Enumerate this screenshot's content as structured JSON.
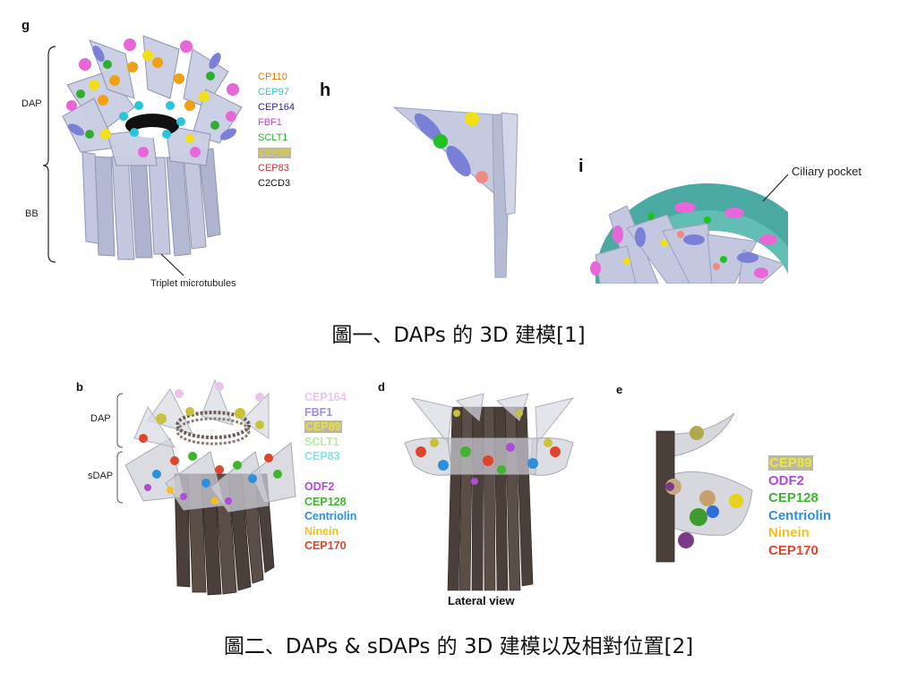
{
  "figure1": {
    "panel_g": {
      "letter": "g",
      "bracket_top_label": "DAP",
      "bracket_bottom_label": "BB",
      "triplet_label": "Triplet microtubules",
      "legend": [
        {
          "label": "CP110",
          "color": "#e07b00",
          "highlight": false
        },
        {
          "label": "CEP97",
          "color": "#27c6d8",
          "highlight": false
        },
        {
          "label": "CEP164",
          "color": "#2a2a9a",
          "highlight": false
        },
        {
          "label": "FBF1",
          "color": "#d23bd0",
          "highlight": false
        },
        {
          "label": "SCLT1",
          "color": "#2fae2f",
          "highlight": false
        },
        {
          "label": "CEP89",
          "color": "#e6d21a",
          "highlight": true
        },
        {
          "label": "CEP83",
          "color": "#d62d2d",
          "highlight": false
        },
        {
          "label": "C2CD3",
          "color": "#111111",
          "highlight": false
        }
      ]
    },
    "panel_h": {
      "letter": "h"
    },
    "panel_i": {
      "letter": "i",
      "pocket_label": "Ciliary pocket"
    },
    "caption": "圖一、DAPs 的 3D 建模[1]"
  },
  "figure2": {
    "panel_b": {
      "letter": "b",
      "bracket_top_label": "DAP",
      "bracket_bottom_label": "sDAP",
      "legend_dap": [
        {
          "label": "CEP164",
          "color": "#e7c5ea",
          "highlight": false
        },
        {
          "label": "FBF1",
          "color": "#9b8fe0",
          "highlight": false
        },
        {
          "label": "CEP89",
          "color": "#e9e23a",
          "highlight": true
        },
        {
          "label": "SCLT1",
          "color": "#b9ec9c",
          "highlight": false
        },
        {
          "label": "CEP83",
          "color": "#7fe4ee",
          "highlight": false
        }
      ],
      "legend_sdap": [
        {
          "label": "ODF2",
          "color": "#b04ad8",
          "highlight": false
        },
        {
          "label": "CEP128",
          "color": "#3fb52d",
          "highlight": false
        },
        {
          "label": "Centriolin",
          "color": "#2b8fd9",
          "highlight": false
        },
        {
          "label": "Ninein",
          "color": "#f2c21a",
          "highlight": false
        },
        {
          "label": "CEP170",
          "color": "#e0442a",
          "highlight": false
        }
      ]
    },
    "panel_d": {
      "letter": "d",
      "view_label": "Lateral view"
    },
    "panel_e": {
      "letter": "e",
      "legend": [
        {
          "label": "CEP89",
          "color": "#ecec30",
          "highlight": true
        },
        {
          "label": "ODF2",
          "color": "#b04ad8",
          "highlight": false
        },
        {
          "label": "CEP128",
          "color": "#3fb52d",
          "highlight": false
        },
        {
          "label": "Centriolin",
          "color": "#2b8fd9",
          "highlight": false
        },
        {
          "label": "Ninein",
          "color": "#f2c21a",
          "highlight": false
        },
        {
          "label": "CEP170",
          "color": "#e0442a",
          "highlight": false
        }
      ]
    },
    "caption": "圖二、DAPs & sDAPs 的 3D 建模以及相對位置[2]"
  }
}
